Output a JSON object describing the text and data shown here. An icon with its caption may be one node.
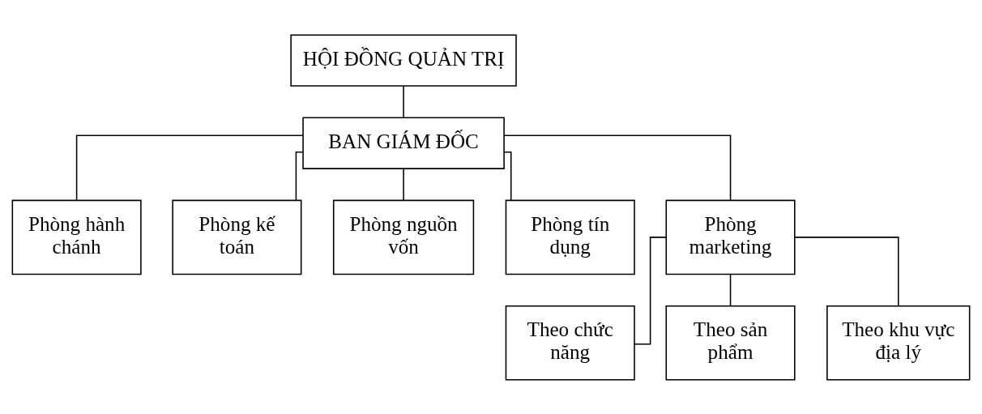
{
  "diagram": {
    "nodes": [
      {
        "text": [
          "HỘI ĐỒNG QUẢN TRỊ"
        ]
      },
      {
        "text": [
          "BAN GIÁM ĐỐC"
        ]
      },
      {
        "text": [
          "Phòng hành chánh"
        ]
      },
      {
        "text": [
          "Phòng kế toán"
        ]
      },
      {
        "text": [
          "Phòng nguồn vốn"
        ]
      },
      {
        "text": [
          "Phòng tín dụng"
        ]
      },
      {
        "text": [
          "Phòng marketing"
        ]
      },
      {
        "text": [
          "Theo chức năng"
        ]
      },
      {
        "text": [
          "Theo sản phẩm"
        ]
      },
      {
        "text": [
          "Theo khu vực địa lý"
        ]
      }
    ],
    "edges": [
      {
        "from": 0,
        "to": 1,
        "arrow": "none"
      },
      {
        "from": 1,
        "to": 2,
        "arrow": "none"
      },
      {
        "from": 1,
        "to": 3,
        "arrow": "none"
      },
      {
        "from": 1,
        "to": 4,
        "arrow": "none"
      },
      {
        "from": 1,
        "to": 5,
        "arrow": "none"
      },
      {
        "from": 1,
        "to": 6,
        "arrow": "none"
      },
      {
        "from": 6,
        "to": 7,
        "arrow": "none"
      },
      {
        "from": 6,
        "to": 8,
        "arrow": "none"
      },
      {
        "from": 6,
        "to": 9,
        "arrow": "none"
      }
    ]
  }
}
